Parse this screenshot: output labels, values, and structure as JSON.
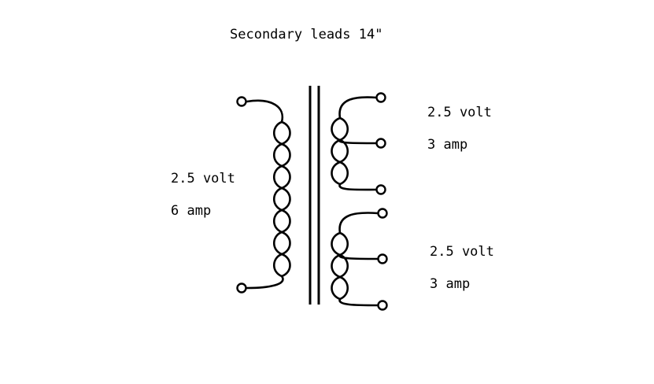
{
  "title": "Secondary leads 14\"",
  "primary": {
    "voltage": "2.5 volt",
    "current": "6 amp"
  },
  "secondary_1": {
    "voltage": "2.5 volt",
    "current": "3 amp"
  },
  "secondary_2": {
    "voltage": "2.5 volt",
    "current": "3 amp"
  },
  "colors": {
    "ink": "#000000",
    "background": "#ffffff"
  }
}
